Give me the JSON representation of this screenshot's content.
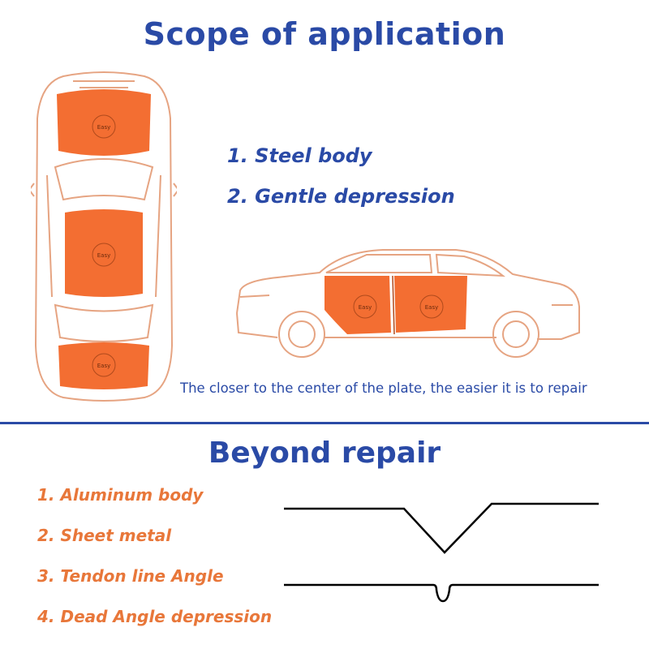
{
  "scope": {
    "title": "Scope of application",
    "points": [
      "1. Steel body",
      "2. Gentle depression"
    ],
    "note": "The closer to the center of the plate, the easier it is to repair"
  },
  "beyond": {
    "title": "Beyond repair",
    "items": [
      "1. Aluminum body",
      "2. Sheet metal",
      "3. Tendon line Angle",
      "4. Dead Angle depression"
    ]
  },
  "zone_label": "Easy",
  "colors": {
    "title_blue": "#2a4aa6",
    "accent_orange": "#e8773a",
    "zone_orange": "#f36e32",
    "car_outline": "#e6a482"
  }
}
